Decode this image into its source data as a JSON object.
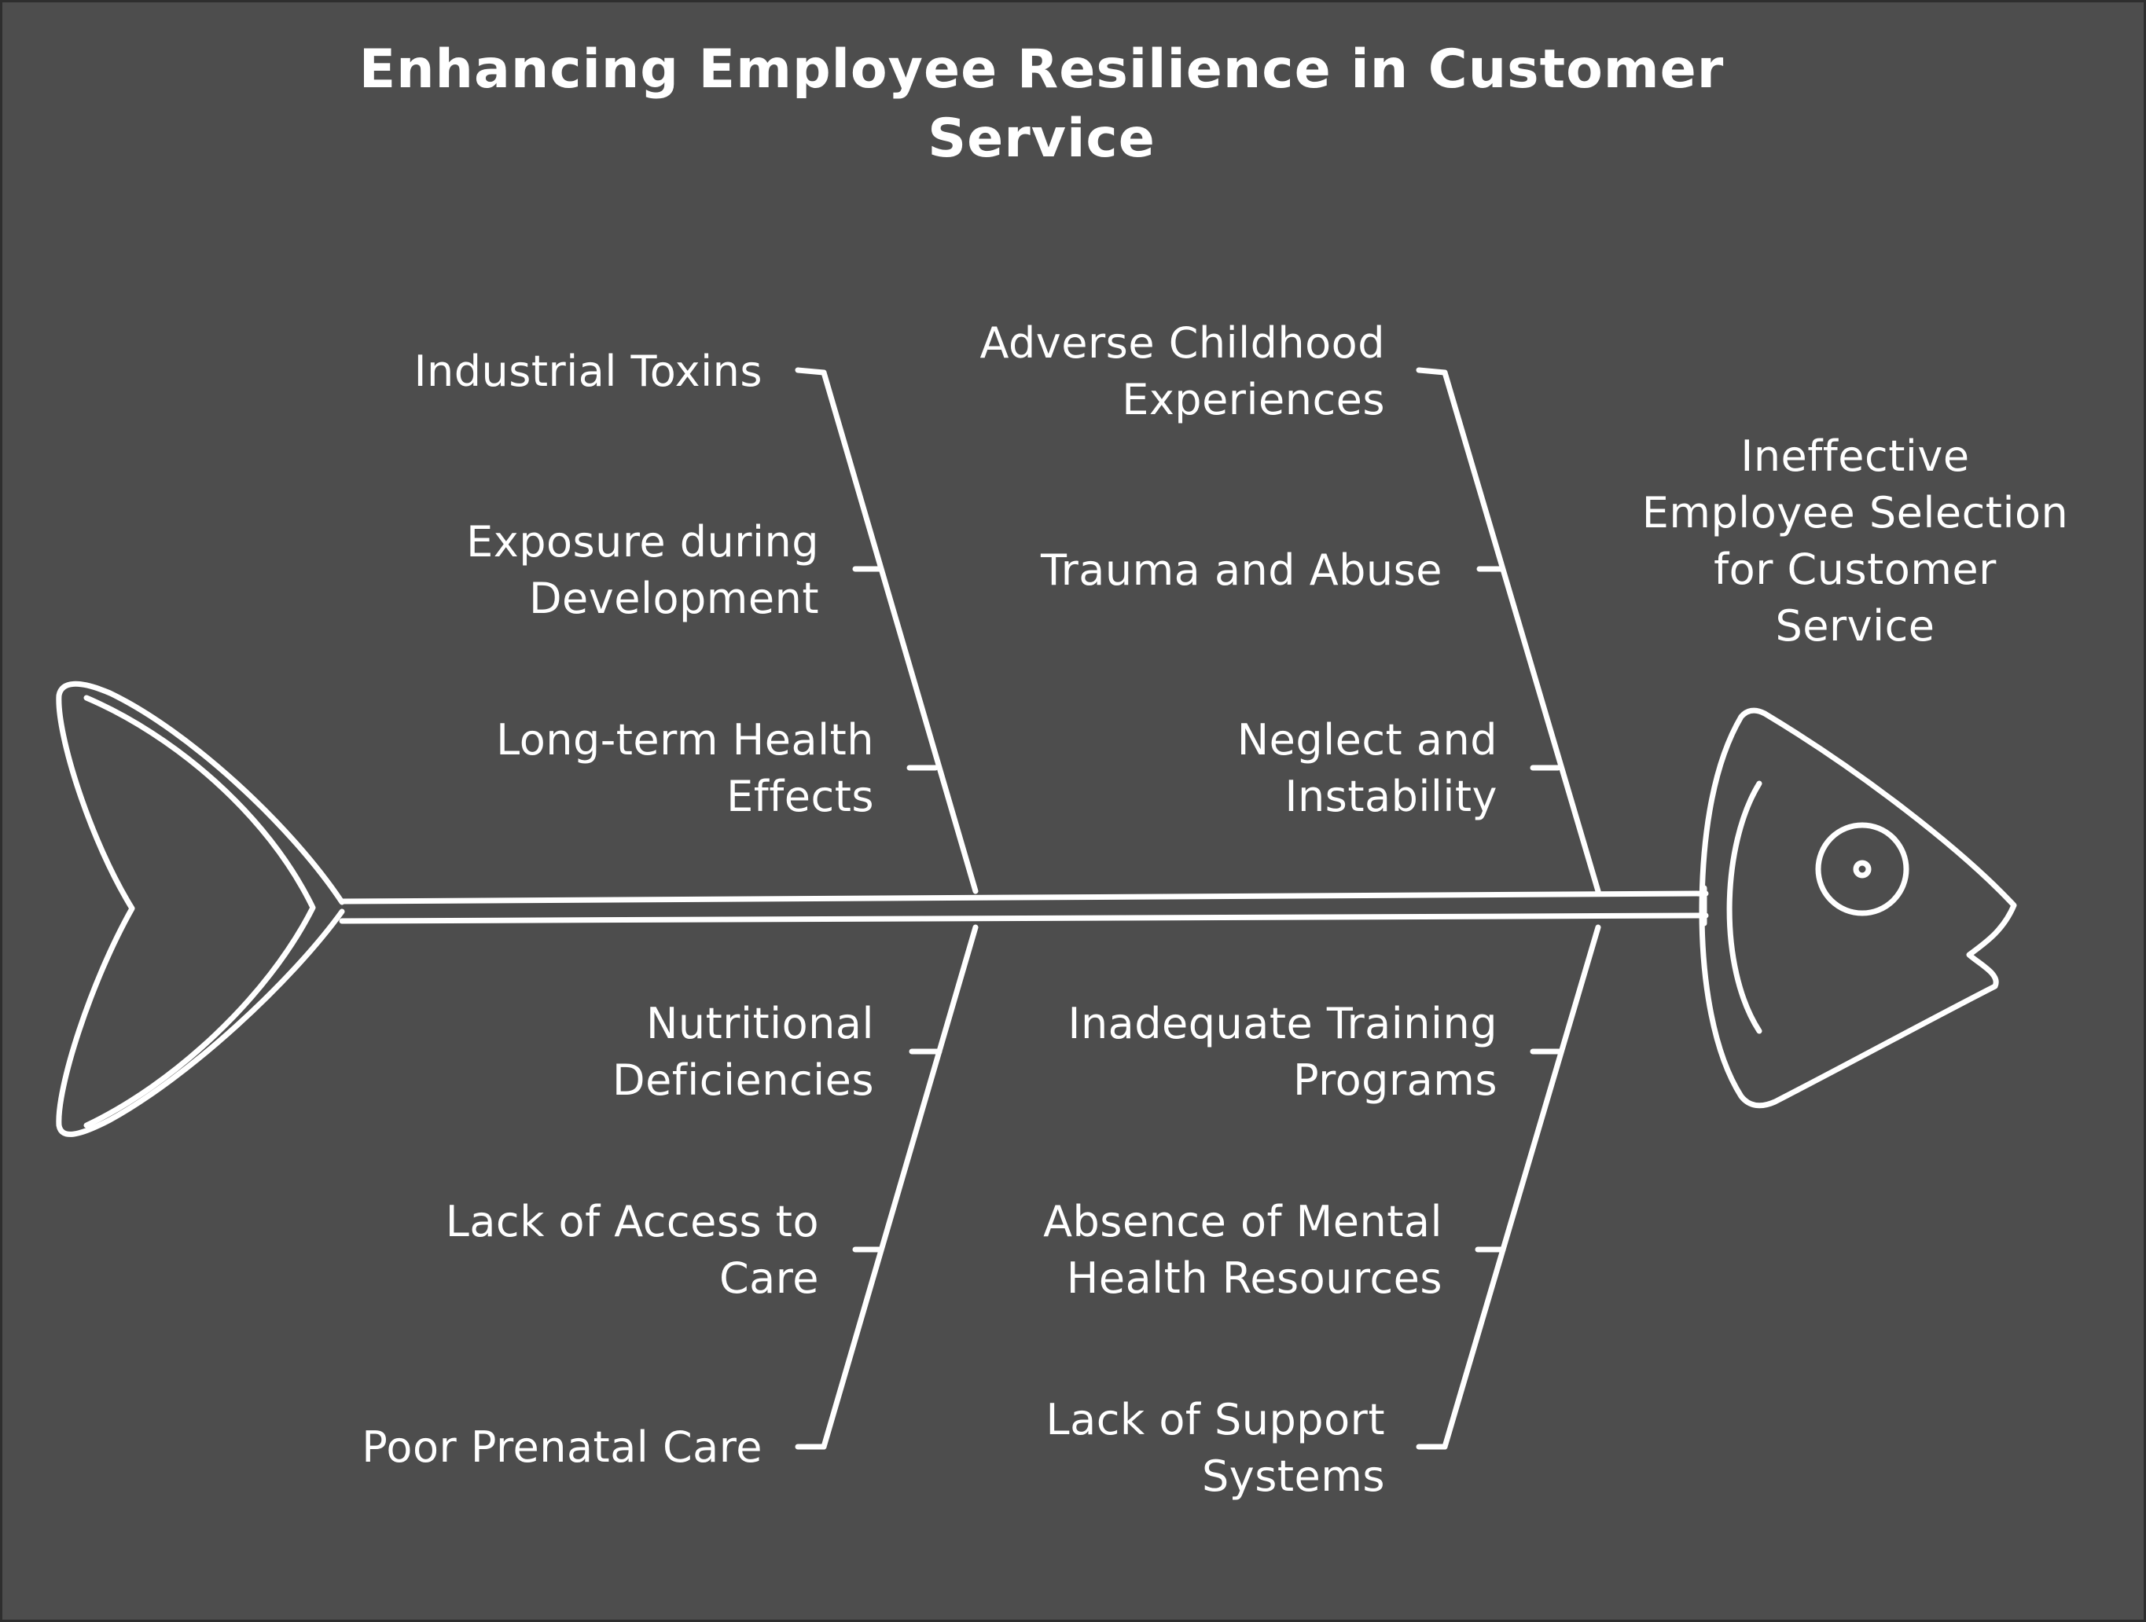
{
  "title": "Enhancing Employee Resilience in Customer Service",
  "effect": {
    "line1": "Ineffective",
    "line2": "Employee Selection",
    "line3": "for Customer",
    "line4": "Service"
  },
  "colors": {
    "background": "#4d4d4d",
    "stroke": "#ffffff",
    "border": "#2e2e2e"
  },
  "causes": {
    "industrial_toxins": {
      "line1": "Industrial Toxins"
    },
    "exposure_during_development": {
      "line1": "Exposure during",
      "line2": "Development"
    },
    "long_term_health_effects": {
      "line1": "Long-term Health",
      "line2": "Effects"
    },
    "nutritional_deficiencies": {
      "line1": "Nutritional",
      "line2": "Deficiencies"
    },
    "lack_of_access_to_care": {
      "line1": "Lack of Access to",
      "line2": "Care"
    },
    "poor_prenatal_care": {
      "line1": "Poor Prenatal Care"
    },
    "adverse_childhood_experiences": {
      "line1": "Adverse Childhood",
      "line2": "Experiences"
    },
    "trauma_and_abuse": {
      "line1": "Trauma and Abuse"
    },
    "neglect_and_instability": {
      "line1": "Neglect and",
      "line2": "Instability"
    },
    "inadequate_training_programs": {
      "line1": "Inadequate Training",
      "line2": "Programs"
    },
    "absence_of_mental_health_resources": {
      "line1": "Absence of Mental",
      "line2": "Health Resources"
    },
    "lack_of_support_systems": {
      "line1": "Lack of Support",
      "line2": "Systems"
    }
  }
}
